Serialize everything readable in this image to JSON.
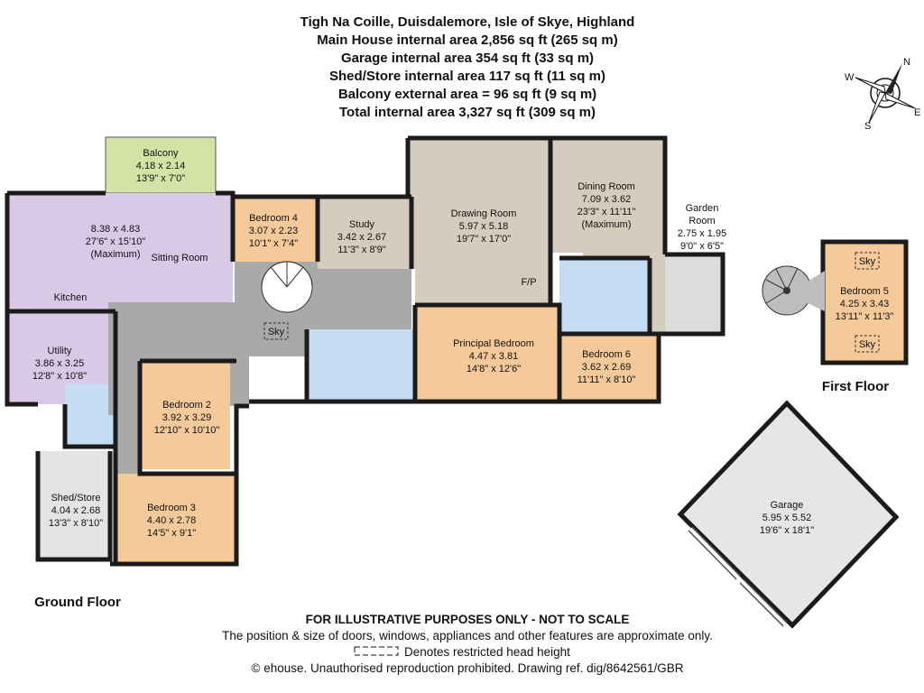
{
  "header": {
    "lines": [
      "Tigh Na Coille, Duisdalemore, Isle of Skye, Highland",
      "Main House internal area 2,856 sq ft (265 sq m)",
      "Garage internal area 354 sq ft (33 sq m)",
      "Shed/Store internal area 117 sq ft (11 sq m)",
      "Balcony external area = 96 sq ft (9 sq m)",
      "Total internal area 3,327 sq ft (309 sq m)"
    ]
  },
  "compass": {
    "n": "N",
    "e": "E",
    "s": "S",
    "w": "W"
  },
  "floors": {
    "ground": "Ground Floor",
    "first": "First Floor"
  },
  "rooms": {
    "balcony": [
      "Balcony",
      "4.18 x 2.14",
      "13'9\" x 7'0\""
    ],
    "sitting_room": [
      "8.38 x 4.83",
      "27'6\" x 15'10\"",
      "(Maximum)",
      "Sitting Room"
    ],
    "kitchen": "Kitchen",
    "bedroom4": [
      "Bedroom 4",
      "3.07 x 2.23",
      "10'1\" x 7'4\""
    ],
    "study": [
      "Study",
      "3.42 x 2.67",
      "11'3\" x 8'9\""
    ],
    "drawing_room": [
      "Drawing Room",
      "5.97 x 5.18",
      "19'7\" x 17'0\""
    ],
    "dining_room": [
      "Dining Room",
      "7.09 x 3.62",
      "23'3\" x 11'11\"",
      "(Maximum)"
    ],
    "garden_room": [
      "Garden",
      "Room",
      "2.75 x 1.95",
      "9'0\" x 6'5\""
    ],
    "fp": "F/P",
    "sky": "Sky",
    "utility": [
      "Utility",
      "3.86 x 3.25",
      "12'8\" x 10'8\""
    ],
    "principal_bedroom": [
      "Principal Bedroom",
      "4.47 x 3.81",
      "14'8\" x 12'6\""
    ],
    "bedroom6": [
      "Bedroom 6",
      "3.62 x 2.69",
      "11'11\" x 8'10\""
    ],
    "bedroom2": [
      "Bedroom 2",
      "3.92 x 3.29",
      "12'10\" x 10'10\""
    ],
    "bedroom3": [
      "Bedroom 3",
      "4.40 x 2.78",
      "14'5\" x 9'1\""
    ],
    "shed_store": [
      "Shed/Store",
      "4.04 x 2.68",
      "13'3\" x 8'10\""
    ],
    "bedroom5": [
      "Bedroom 5",
      "4.25 x 3.43",
      "13'11\" x 11'3\""
    ],
    "garage": [
      "Garage",
      "5.95 x 5.52",
      "19'6\" x 18'1\""
    ]
  },
  "colors": {
    "sitting": "#d9c8e6",
    "balcony": "#d5e2a6",
    "bedroom": "#f5c99a",
    "drawing": "#d6ccbe",
    "bathroom": "#c5ddf3",
    "hall": "#a9a9a9",
    "garden": "#dcdcdc",
    "shed": "#e4e4e4",
    "garage": "#e6e6e6",
    "wall": "#1b1b1b"
  },
  "footer": {
    "disclaimer": "FOR ILLUSTRATIVE PURPOSES ONLY - NOT TO SCALE",
    "position_note": "The position & size of doors, windows, appliances and other features are approximate only.",
    "head_height_note": "Denotes restricted head height",
    "copyright": "© ehouse. Unauthorised reproduction prohibited. Drawing ref. dig/8642561/GBR"
  }
}
